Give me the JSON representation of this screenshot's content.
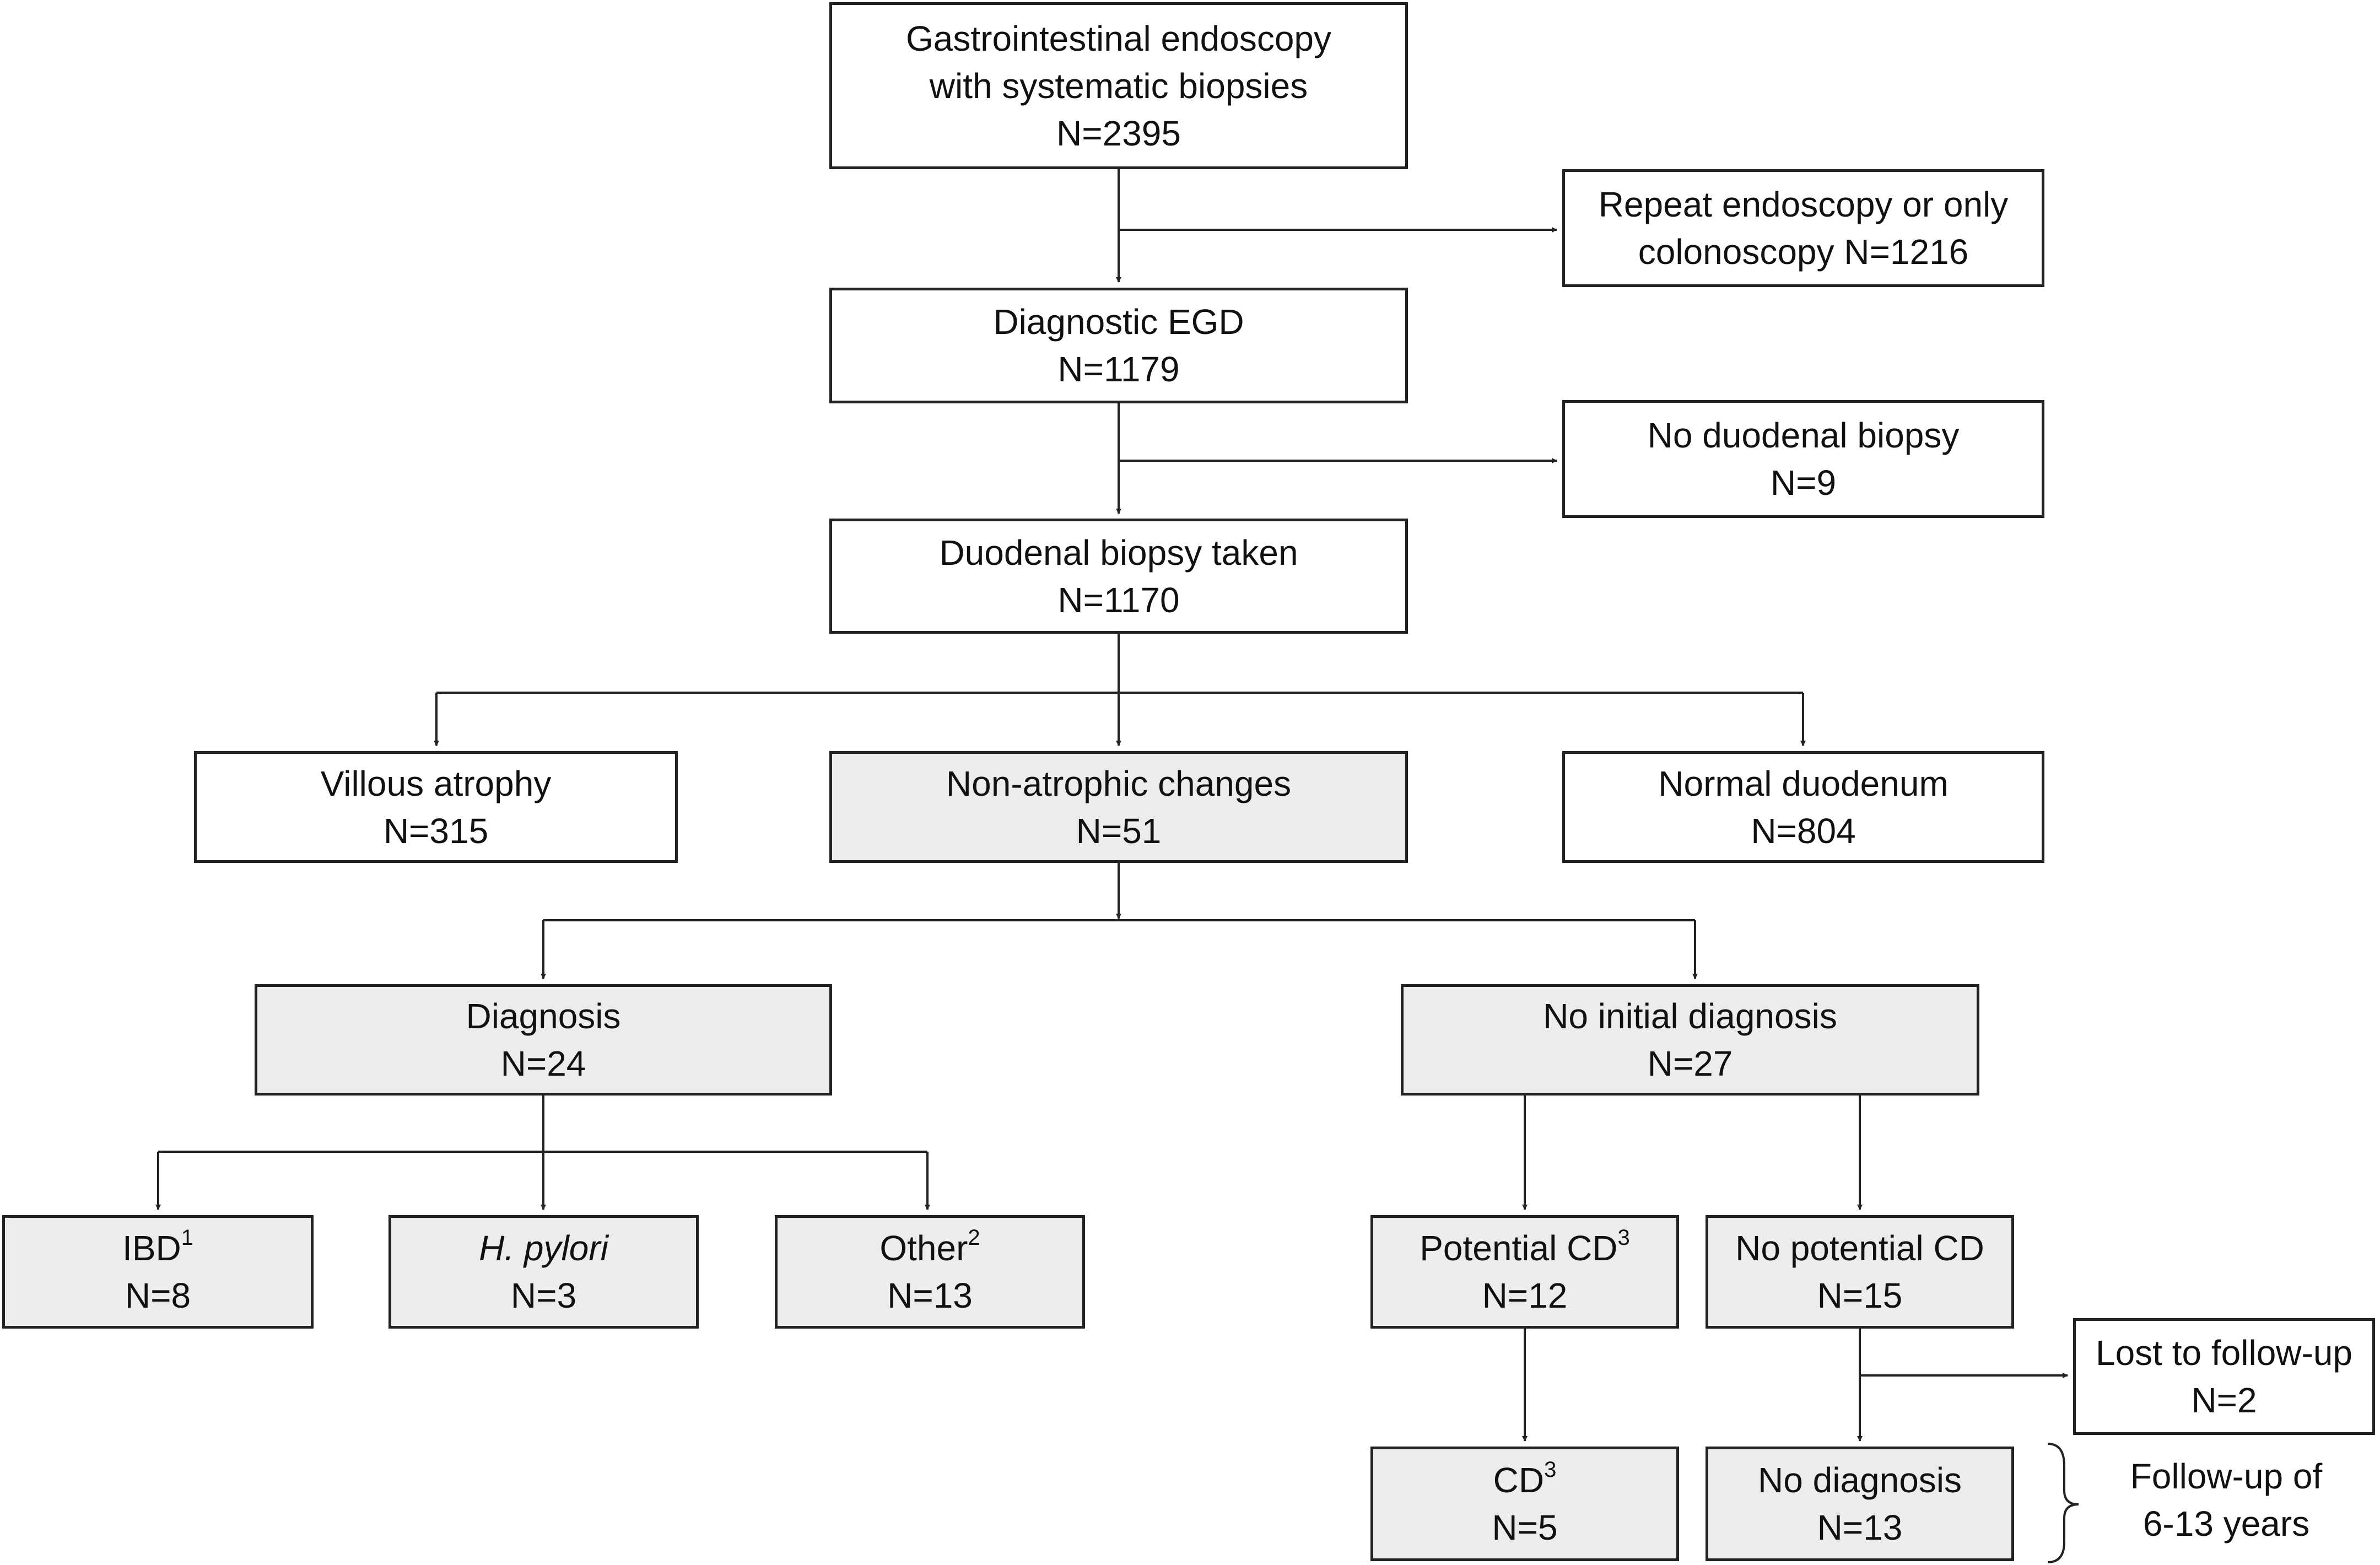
{
  "nodes": {
    "root": {
      "lines": [
        "Gastrointestinal endoscopy",
        "with systematic biopsies",
        "N=2395"
      ]
    },
    "repeat": {
      "lines": [
        "Repeat endoscopy or only",
        "colonoscopy N=1216"
      ]
    },
    "egd": {
      "lines": [
        "Diagnostic EGD",
        "N=1179"
      ]
    },
    "no_duodenal": {
      "lines": [
        "No duodenal biopsy",
        "N=9"
      ]
    },
    "duodenal": {
      "lines": [
        "Duodenal biopsy taken",
        "N=1170"
      ]
    },
    "villous": {
      "lines": [
        "Villous atrophy",
        "N=315"
      ]
    },
    "nonatrophic": {
      "lines": [
        "Non-atrophic changes",
        "N=51"
      ]
    },
    "normal": {
      "lines": [
        "Normal duodenum",
        "N=804"
      ]
    },
    "diagnosis": {
      "lines": [
        "Diagnosis",
        "N=24"
      ]
    },
    "no_initial": {
      "lines": [
        "No initial diagnosis",
        "N=27"
      ]
    },
    "ibd": {
      "label": "IBD",
      "sup": "1",
      "count": "N=8"
    },
    "hpylori": {
      "label": "H. pylori",
      "count": "N=3"
    },
    "other": {
      "label": "Other",
      "sup": "2",
      "count": "N=13"
    },
    "potential_cd": {
      "label": "Potential CD",
      "sup": "3",
      "count": "N=12"
    },
    "no_potential_cd": {
      "lines": [
        "No potential CD",
        "N=15"
      ]
    },
    "lost": {
      "lines": [
        "Lost to follow-up",
        "N=2"
      ]
    },
    "cd": {
      "label": "CD",
      "sup": "3",
      "count": "N=5"
    },
    "no_diagnosis": {
      "lines": [
        "No diagnosis",
        "N=13"
      ]
    }
  },
  "followup_note": {
    "lines": [
      "Follow-up of",
      "6-13 years"
    ]
  }
}
